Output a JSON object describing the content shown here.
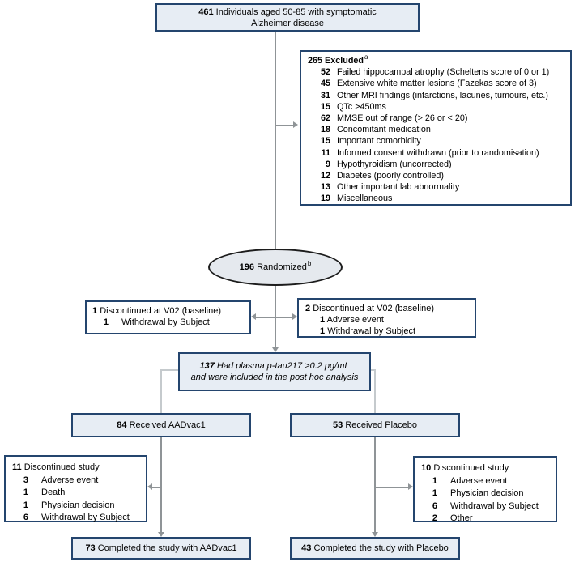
{
  "colors": {
    "box_border": "#24456e",
    "box_fill": "#e7edf4",
    "ellipse_fill": "#e5e9ee",
    "ellipse_border": "#1c1c1c",
    "arrow": "#8f9497",
    "elbow": "#c5cacd",
    "text": "#000000",
    "background": "#ffffff"
  },
  "top_box": {
    "count": "461",
    "line1": "Individuals aged 50-85 with symptomatic",
    "line2": "Alzheimer disease"
  },
  "excluded_box": {
    "count": "265",
    "label": "Excluded",
    "sup": "a",
    "items": [
      {
        "n": "52",
        "label": "Failed hippocampal atrophy (Scheltens score of 0 or 1)"
      },
      {
        "n": "45",
        "label": "Extensive white matter lesions (Fazekas score of 3)"
      },
      {
        "n": "31",
        "label": "Other MRI findings (infarctions, lacunes, tumours, etc.)"
      },
      {
        "n": "15",
        "label": "QTc >450ms"
      },
      {
        "n": "62",
        "label": "MMSE out of range (> 26 or < 20)"
      },
      {
        "n": "18",
        "label": "Concomitant medication"
      },
      {
        "n": "15",
        "label": "Important comorbidity"
      },
      {
        "n": "11",
        "label": "Informed consent withdrawn (prior to randomisation)"
      },
      {
        "n": "9",
        "label": "Hypothyroidism (uncorrected)"
      },
      {
        "n": "12",
        "label": "Diabetes (poorly controlled)"
      },
      {
        "n": "13",
        "label": "Other important lab abnormality"
      },
      {
        "n": "19",
        "label": "Miscellaneous"
      }
    ]
  },
  "randomized": {
    "count": "196",
    "label": "Randomized",
    "sup": "b"
  },
  "v02_left": {
    "count": "1",
    "label": "Discontinued at V02 (baseline)",
    "items": [
      {
        "n": "1",
        "label": "Withdrawal by Subject"
      }
    ]
  },
  "v02_right": {
    "count": "2",
    "label": "Discontinued at V02 (baseline)",
    "items": [
      {
        "n": "1",
        "label": "Adverse event"
      },
      {
        "n": "1",
        "label": "Withdrawal by Subject"
      }
    ]
  },
  "plasma_box": {
    "count": "137",
    "line1": "Had plasma p-tau217 >0.2 pg/mL",
    "line2": "and were included in the post hoc analysis"
  },
  "received_left": {
    "count": "84",
    "label": "Received AADvac1"
  },
  "received_right": {
    "count": "53",
    "label": "Received Placebo"
  },
  "disc_left": {
    "count": "11",
    "label": "Discontinued study",
    "items": [
      {
        "n": "3",
        "label": "Adverse event"
      },
      {
        "n": "1",
        "label": "Death"
      },
      {
        "n": "1",
        "label": "Physician decision"
      },
      {
        "n": "6",
        "label": "Withdrawal by Subject"
      }
    ]
  },
  "disc_right": {
    "count": "10",
    "label": "Discontinued study",
    "items": [
      {
        "n": "1",
        "label": "Adverse event"
      },
      {
        "n": "1",
        "label": "Physician decision"
      },
      {
        "n": "6",
        "label": "Withdrawal by Subject"
      },
      {
        "n": "2",
        "label": "Other"
      }
    ]
  },
  "completed_left": {
    "count": "73",
    "label": "Completed the study with AADvac1"
  },
  "completed_right": {
    "count": "43",
    "label": "Completed the study with Placebo"
  }
}
